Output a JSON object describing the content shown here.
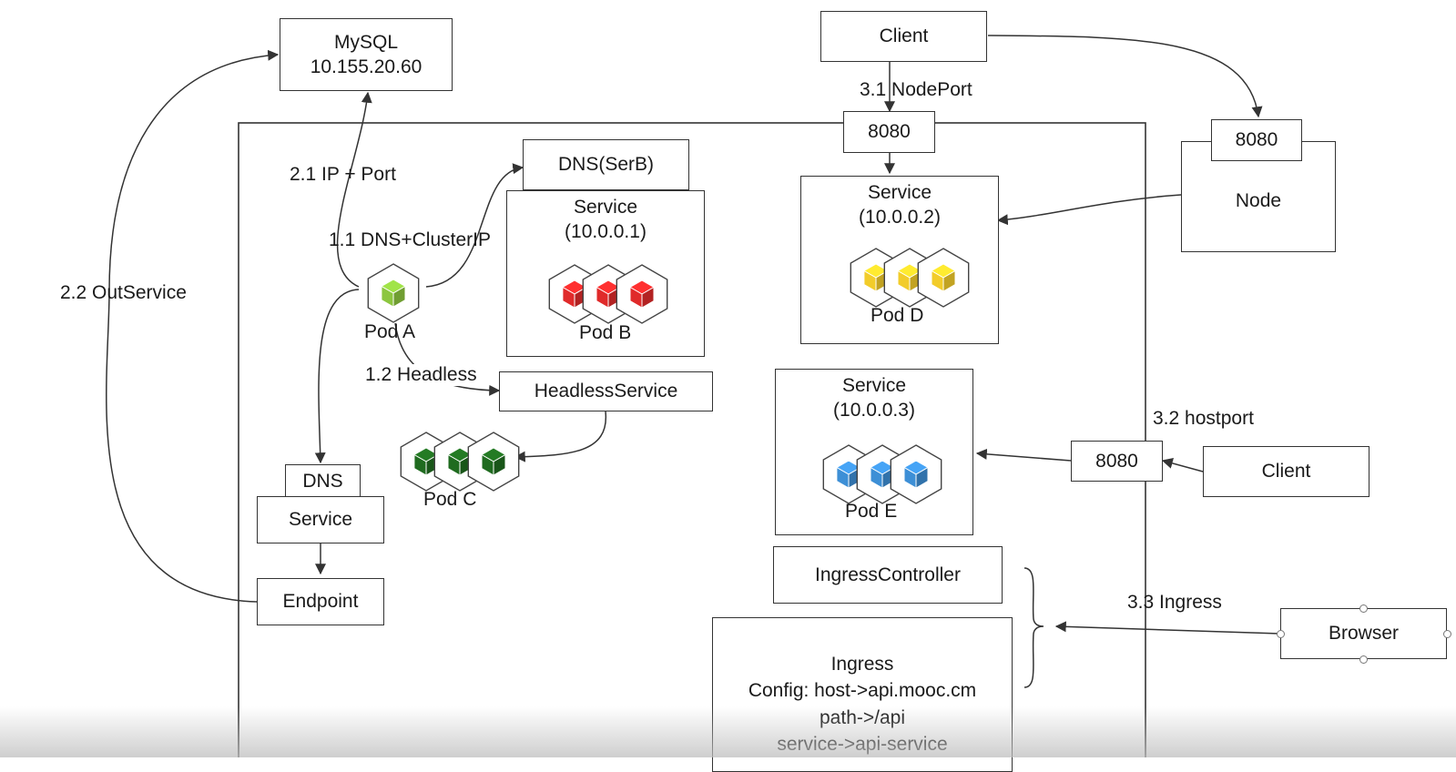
{
  "mysql": {
    "name": "MySQL",
    "ip": "10.155.20.60"
  },
  "client_top": "Client",
  "client_right": "Client",
  "browser": "Browser",
  "node": {
    "port": "8080",
    "label": "Node"
  },
  "nodeport": {
    "port": "8080",
    "label": "3.1 NodePort"
  },
  "hostport": {
    "port": "8080",
    "label": "3.2 hostport"
  },
  "labels": {
    "ip_port": "2.1 IP + Port",
    "outservice": "2.2 OutService",
    "dns_clusterip": "1.1 DNS+ClusterIP",
    "headless": "1.2 Headless",
    "ingress": "3.3 Ingress"
  },
  "dns_serb": "DNS(SerB)",
  "service_b": {
    "title": "Service",
    "ip": "(10.0.0.1)",
    "pod": "Pod B"
  },
  "service_d": {
    "title": "Service",
    "ip": "(10.0.0.2)",
    "pod": "Pod D"
  },
  "service_e": {
    "title": "Service",
    "ip": "(10.0.0.3)",
    "pod": "Pod E"
  },
  "pod_a": "Pod A",
  "pod_c": "Pod C",
  "headless_service": "HeadlessService",
  "dns_small": "DNS",
  "service_small": "Service",
  "endpoint": "Endpoint",
  "ingress_controller": "IngressController",
  "ingress_box": {
    "title": "Ingress",
    "line1": "Config: host->api.mooc.cm",
    "line2": "path->/api",
    "line3": "service->api-service"
  },
  "colors": {
    "pod_a": "#8cc63f",
    "pod_b": "#e02a2a",
    "pod_c": "#1f6b1f",
    "pod_d": "#f2cc2a",
    "pod_e": "#3d8fd6",
    "line": "#333333"
  }
}
